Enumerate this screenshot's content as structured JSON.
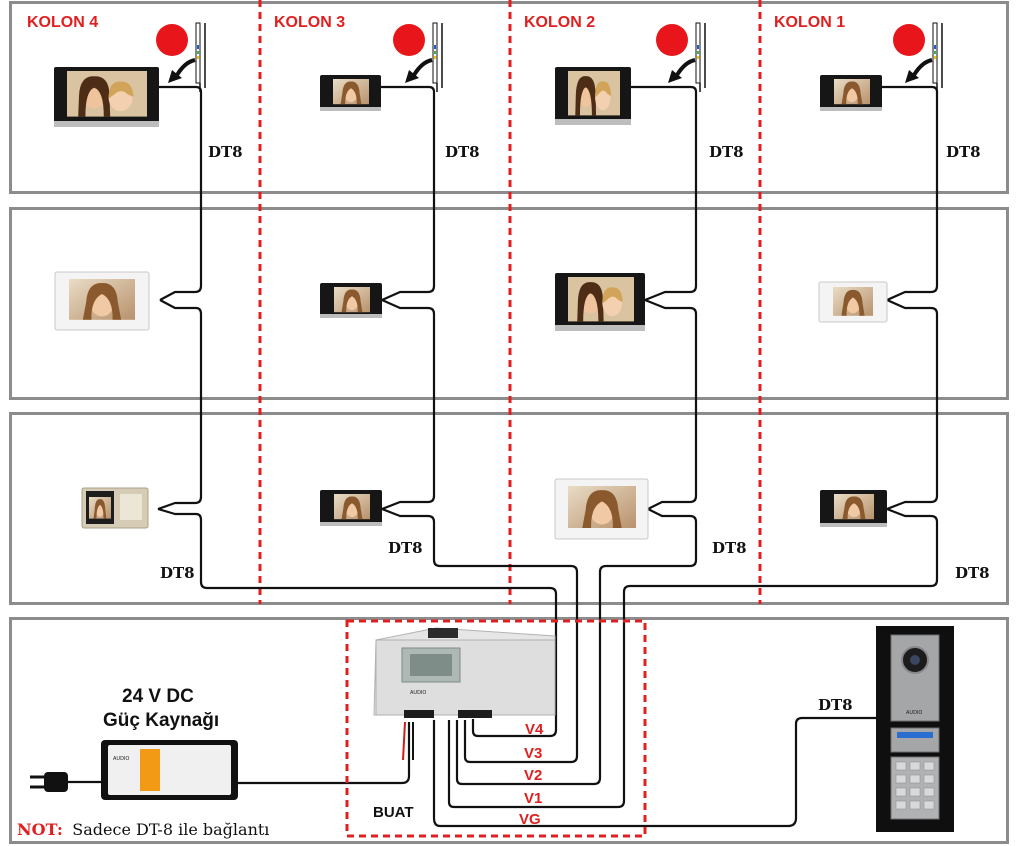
{
  "columns": [
    {
      "label": "KOLON 4"
    },
    {
      "label": "KOLON 3"
    },
    {
      "label": "KOLON 2"
    },
    {
      "label": "KOLON 1"
    }
  ],
  "cable": {
    "label": "DT8"
  },
  "junction_box": {
    "label": "BUAT"
  },
  "wires": [
    "V4",
    "V3",
    "V2",
    "V1",
    "VG"
  ],
  "power_supply": {
    "title_line1": "24 V DC",
    "title_line2": "Güç Kaynağı"
  },
  "note": {
    "key": "NOT:",
    "text": "Sadece DT-8 ile bağlantı"
  },
  "brand": {
    "name": "AUDIO"
  },
  "colors": {
    "accent": "#e02020",
    "wire": "#111111",
    "frame": "#8c8c8c"
  },
  "icons": [
    "call-button-icon",
    "wiring-legend-icon",
    "arrow-icon",
    "power-plug-icon"
  ]
}
